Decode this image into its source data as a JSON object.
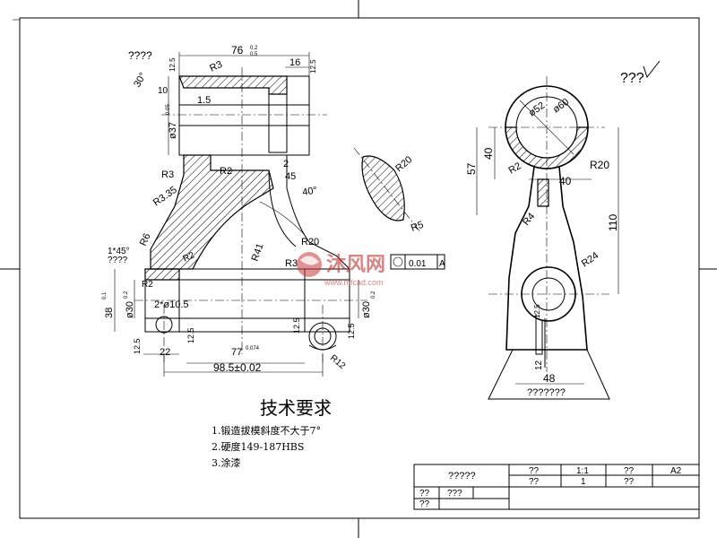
{
  "title_left_view": "????",
  "title_right_view": "???",
  "dims_left": {
    "d76": "76",
    "d76_tol_top": "0.2",
    "d76_tol_bot": "0.5",
    "d16": "16",
    "d12_5_top": "12.5",
    "d12_5_top2": "12.5",
    "r3_top": "R3",
    "angle30": "30°",
    "d10": "10",
    "d1_5": "1.5",
    "d37": "ø37",
    "d37_tol": "0.05",
    "r3_left": "R3",
    "r2_mid": "R2",
    "d2": "2",
    "d45": "45",
    "angle40": "40°",
    "r20_section": "R20",
    "r5_section": "R5",
    "r3_35": "R3.35",
    "r6": "R6",
    "r2_low": "R2",
    "r41": "R41",
    "r20_low": "R20",
    "r3_low": "R3",
    "chamfer": "1*45°",
    "chamfer2": "????",
    "r2_left": "R2",
    "d38": "38",
    "d38_tol": "0.1",
    "d30_left": "ø30",
    "d30_left_tol": "0.2",
    "d2x10_5": "2*ø10.5",
    "d30_right": "ø30",
    "d30_right_tol": "0.2",
    "d12_5_bl": "12.5",
    "d12_5_bm": "12.5",
    "d12_5_br": "12.5",
    "d12_5_right": "12.5",
    "r12": "R12",
    "d22": "22",
    "d77": "77",
    "d77_tol": "0.074",
    "d98_5": "98.5±0.02",
    "flat_tol": "0.01",
    "datum": "A"
  },
  "dims_right": {
    "d52": "ø52",
    "d60": "ø60",
    "d40_v": "40",
    "d57": "57",
    "r2_r": "R2",
    "r20_r": "R20",
    "d40_h": "40",
    "r4": "R4",
    "d110": "110",
    "r24": "R24",
    "d12_5": "12.5",
    "d12": "12",
    "d48": "48",
    "label_bottom": "???????"
  },
  "requirements": {
    "heading": "技术要求",
    "item1": "1.锻造拔模斜度不大于7°",
    "item2": "2.硬度149-187HBS",
    "item3": "3.涂漆"
  },
  "title_block": {
    "name": "?????",
    "r1c2": "??",
    "r1c3": "1:1",
    "r1c4": "??",
    "r1c5": "A2",
    "r2c2": "??",
    "r2c3": "1",
    "r2c4": "??",
    "r3c1": "??",
    "r3c2": "???",
    "r4c1": "??"
  },
  "watermark": {
    "brand": "沐风网",
    "url": "www.mfcad.com"
  }
}
